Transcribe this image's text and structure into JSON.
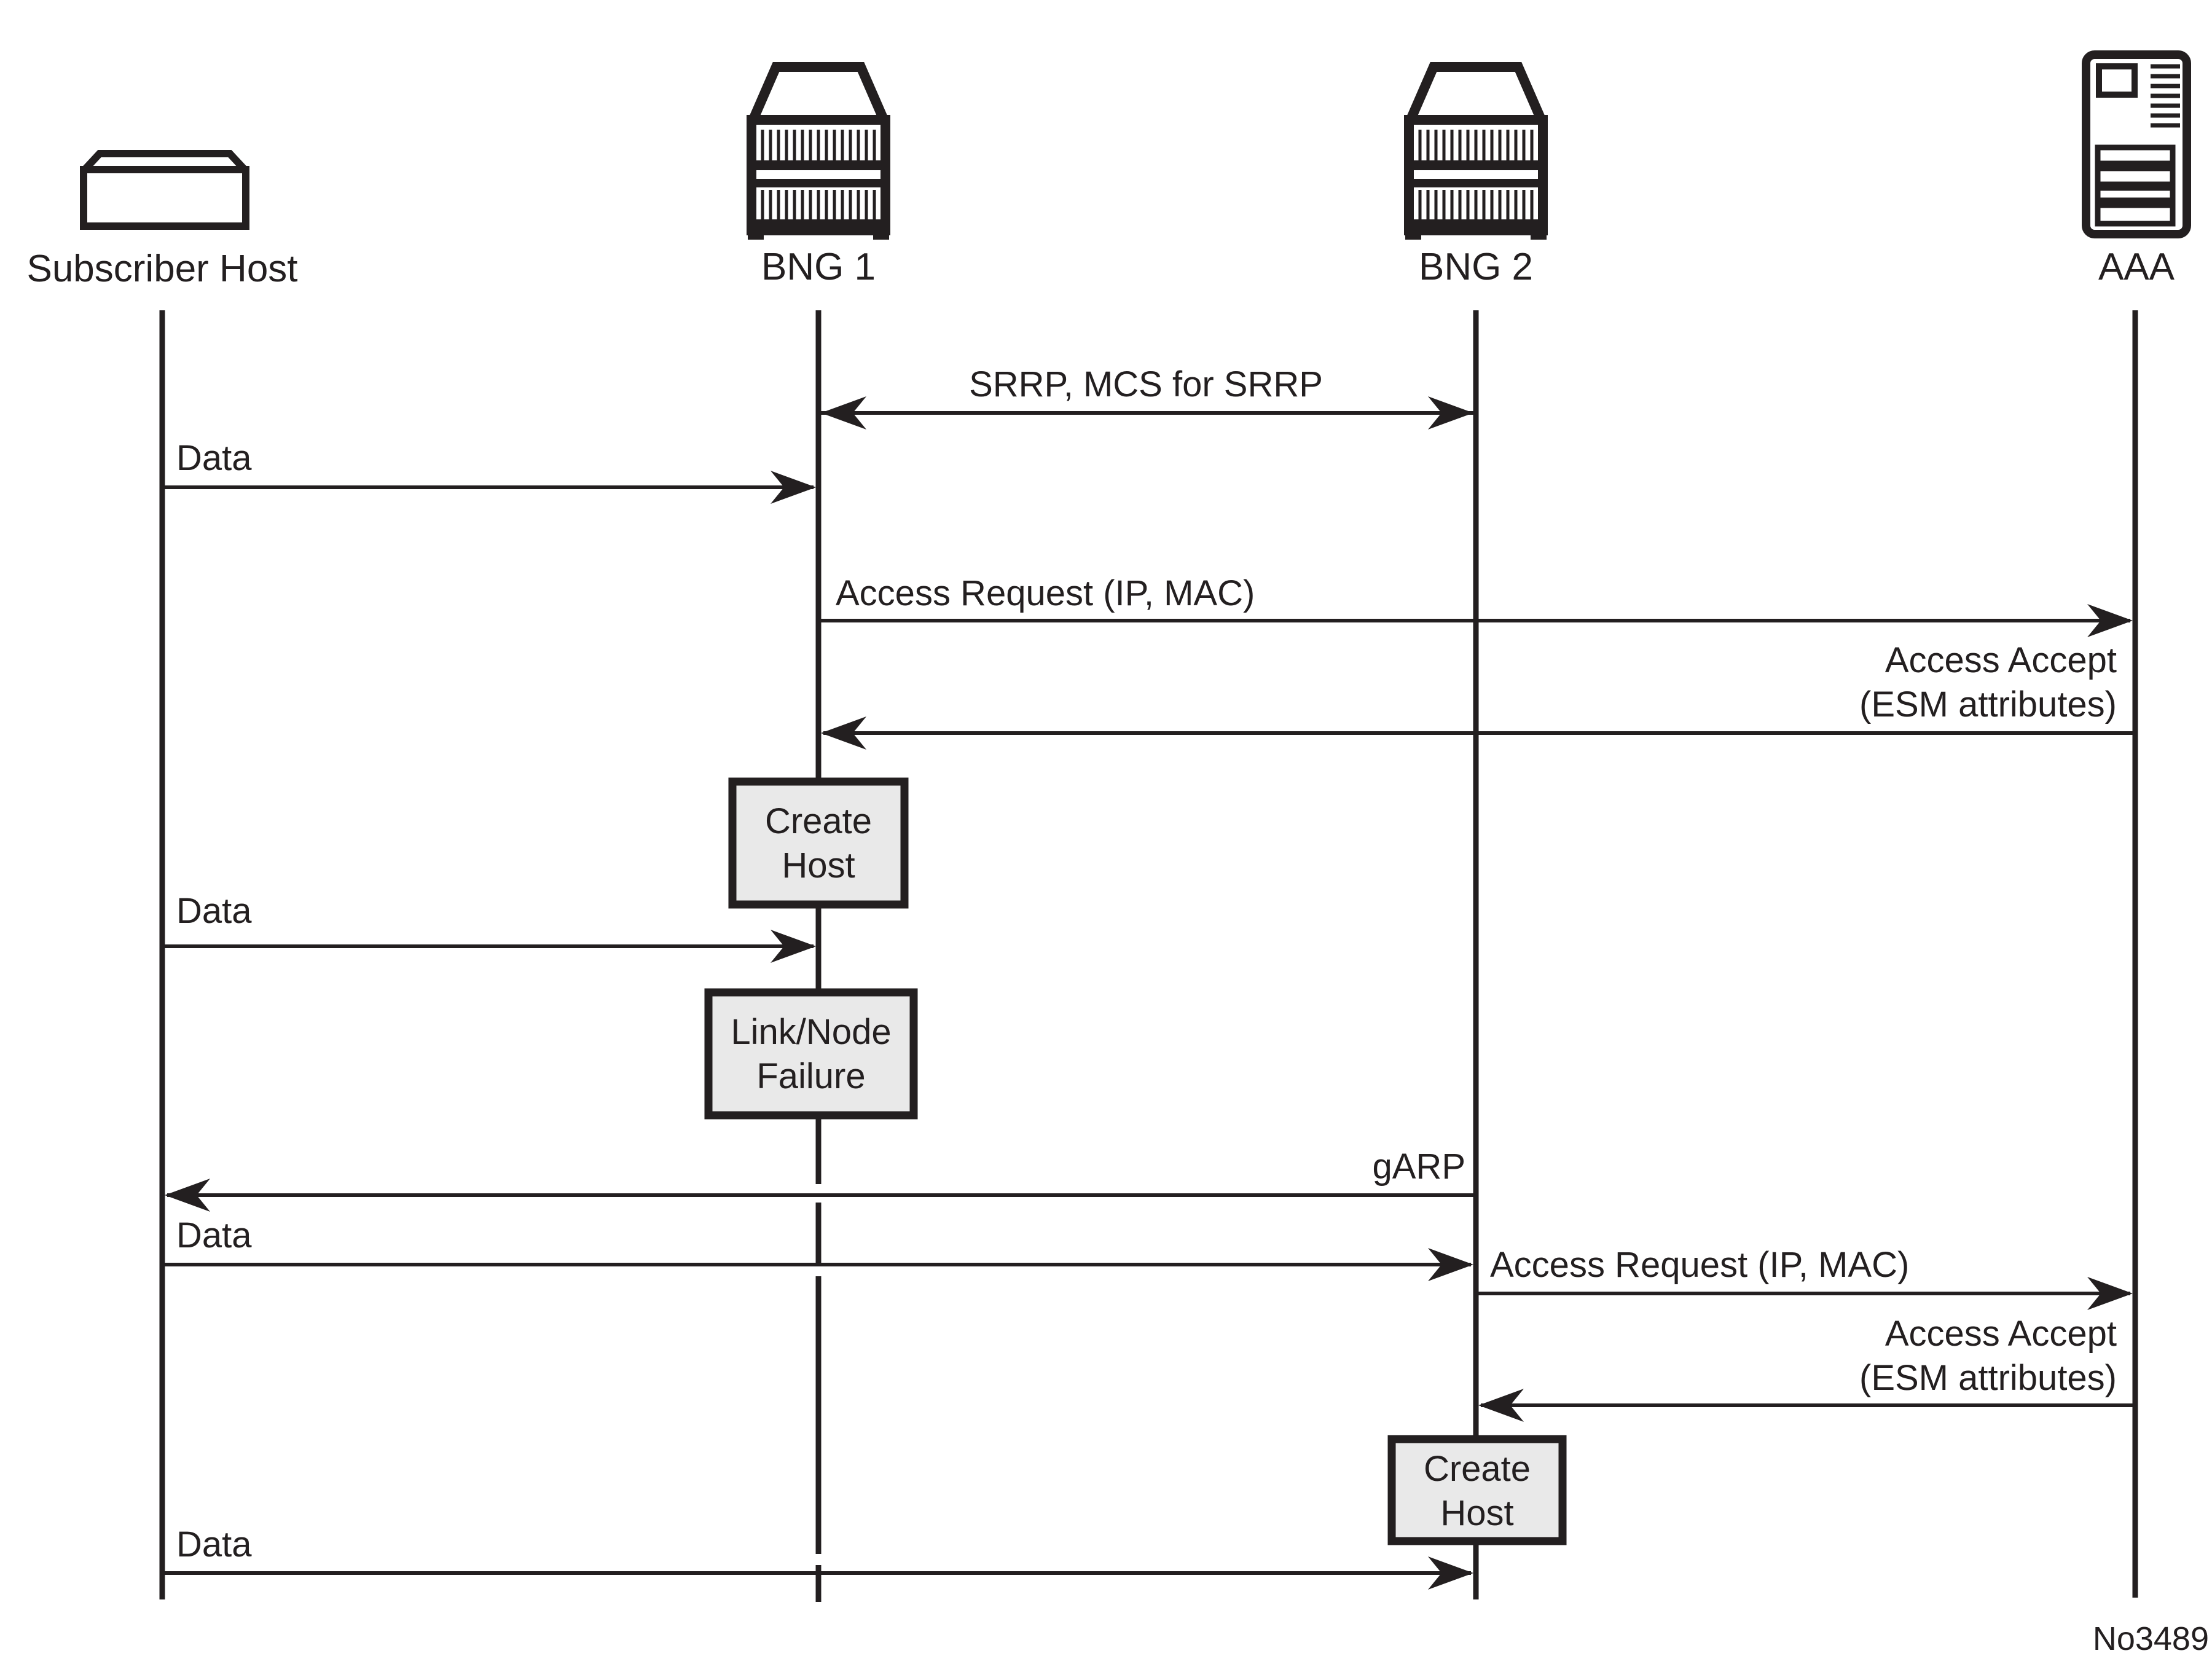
{
  "figure": {
    "number": "No3489"
  },
  "colors": {
    "ink": "#231f20",
    "activity_box_fill": "#e9e9e9",
    "background": "#ffffff"
  },
  "actors": [
    {
      "label": "Subscriber Host",
      "icon": "host-box-icon"
    },
    {
      "label": "BNG 1",
      "icon": "router-icon"
    },
    {
      "label": "BNG 2",
      "icon": "router-icon"
    },
    {
      "label": "AAA",
      "icon": "server-icon"
    }
  ],
  "lifelines": [
    {
      "actor": "Subscriber Host",
      "style": "solid"
    },
    {
      "actor": "BNG 1",
      "style": "solid-then-dashed-after-failure"
    },
    {
      "actor": "BNG 2",
      "style": "solid"
    },
    {
      "actor": "AAA",
      "style": "solid"
    }
  ],
  "messages": [
    {
      "label": "SRRP, MCS for SRRP",
      "from": "BNG 1",
      "to": "BNG 2",
      "arrow": "bidirectional"
    },
    {
      "label": "Data",
      "from": "Subscriber Host",
      "to": "BNG 1",
      "arrow": "right"
    },
    {
      "label": "Access Request (IP, MAC)",
      "from": "BNG 1",
      "to": "AAA",
      "arrow": "right"
    },
    {
      "line1": "Access Accept",
      "line2": "(ESM attributes)",
      "from": "AAA",
      "to": "BNG 1",
      "arrow": "left"
    },
    {
      "label": "Data",
      "from": "Subscriber Host",
      "to": "BNG 1",
      "arrow": "right"
    },
    {
      "label": "gARP",
      "from": "BNG 2",
      "to": "Subscriber Host",
      "arrow": "left"
    },
    {
      "label": "Data",
      "from": "Subscriber Host",
      "to": "BNG 2",
      "arrow": "right"
    },
    {
      "label": "Access Request (IP, MAC)",
      "from": "BNG 2",
      "to": "AAA",
      "arrow": "right"
    },
    {
      "line1": "Access Accept",
      "line2": "(ESM attributes)",
      "from": "AAA",
      "to": "BNG 2",
      "arrow": "left"
    },
    {
      "label": "Data",
      "from": "Subscriber Host",
      "to": "BNG 2",
      "arrow": "right"
    }
  ],
  "activity_boxes": [
    {
      "line1": "Create",
      "line2": "Host",
      "lifeline": "BNG 1"
    },
    {
      "line1": "Link/Node",
      "line2": "Failure",
      "lifeline": "BNG 1"
    },
    {
      "line1": "Create",
      "line2": "Host",
      "lifeline": "BNG 2"
    }
  ]
}
